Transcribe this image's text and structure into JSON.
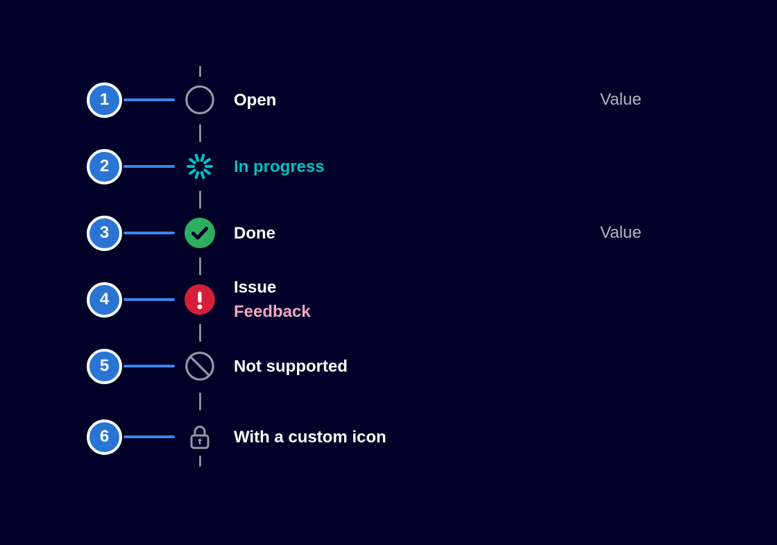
{
  "component": "vertical-stepper",
  "colors": {
    "background": "#000028",
    "badge_blue": "#2a75d4",
    "pointer_blue": "#3c85ee",
    "track_gray": "#8a8a99",
    "icon_gray": "#9898a6",
    "in_progress_teal": "#00c1c1",
    "success_green": "#2fae5e",
    "alarm_red": "#d41f3a",
    "feedback_pink": "#f2a6c2",
    "value_gray": "#b5b5c0",
    "label_white": "#ffffff"
  },
  "steps": [
    {
      "number": "1",
      "label": "Open",
      "value": "Value",
      "icon": "circle-outline-icon"
    },
    {
      "number": "2",
      "label": "In progress",
      "icon": "spinner-icon"
    },
    {
      "number": "3",
      "label": "Done",
      "value": "Value",
      "icon": "check-circle-icon"
    },
    {
      "number": "4",
      "label": "Issue",
      "sublabel": "Feedback",
      "icon": "error-circle-icon"
    },
    {
      "number": "5",
      "label": "Not supported",
      "icon": "blocked-icon"
    },
    {
      "number": "6",
      "label": "With a custom icon",
      "icon": "lock-icon"
    }
  ]
}
